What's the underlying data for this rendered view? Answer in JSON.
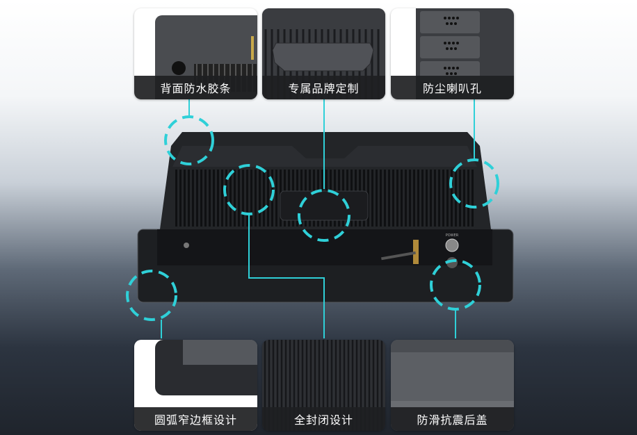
{
  "accent_color": "#2fd0d8",
  "top_features": [
    {
      "label": "背面防水胶条"
    },
    {
      "label": "专属品牌定制"
    },
    {
      "label": "防尘喇叭孔"
    }
  ],
  "bottom_features": [
    {
      "label": "圆弧窄边框设计"
    },
    {
      "label": "全封闭设计"
    },
    {
      "label": "防滑抗震后盖"
    }
  ],
  "device": {
    "power_label": "POWER"
  }
}
